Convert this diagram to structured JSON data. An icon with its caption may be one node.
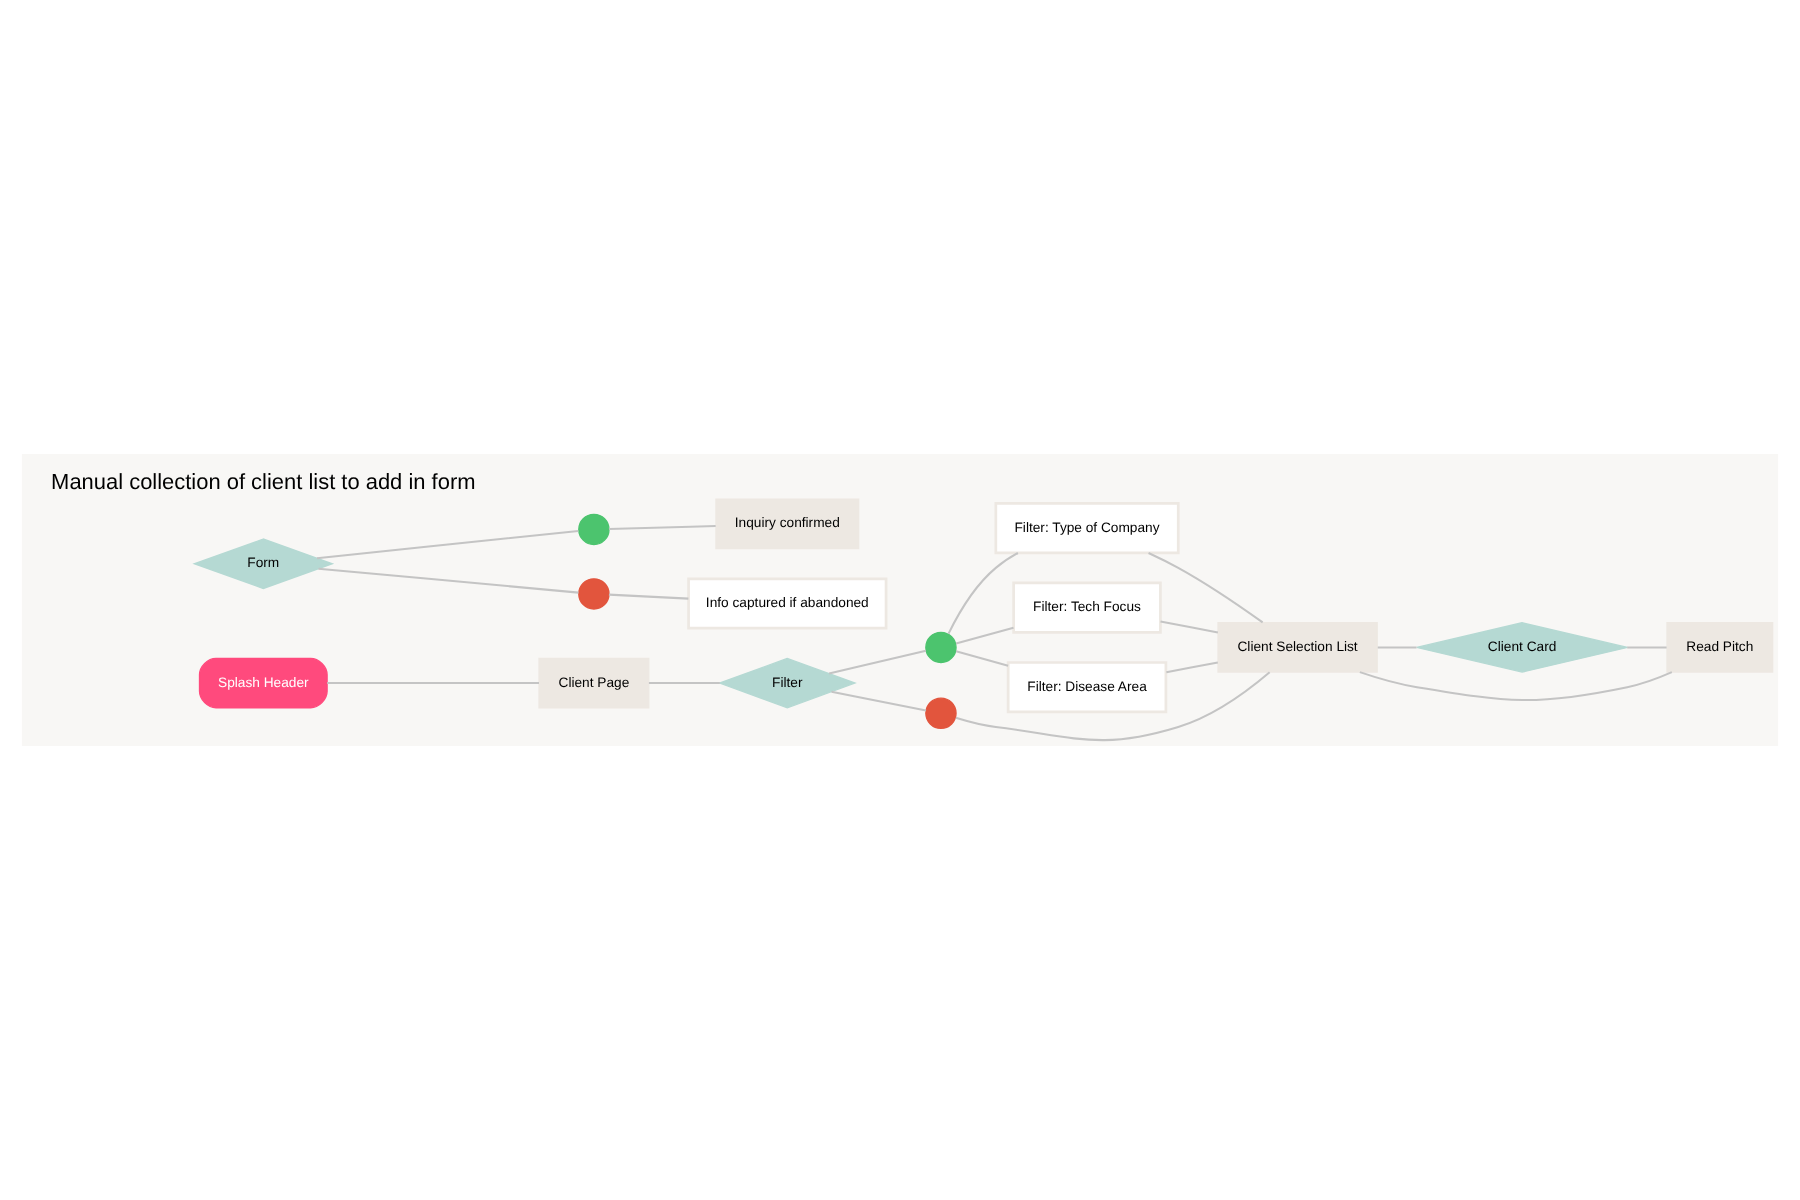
{
  "diagram": {
    "nodes": [
      {
        "text": [
          "Splash Header"
        ]
      },
      {
        "text": [
          "Client Page"
        ]
      },
      {
        "text": [
          "Filter"
        ]
      },
      {
        "text": [],
        "shape": "circle"
      },
      {
        "text": [
          "Filter: Type of Company"
        ]
      },
      {
        "text": [
          "Filter: Tech Focus"
        ]
      },
      {
        "text": [
          "Filter: Disease Area"
        ]
      },
      {
        "text": [],
        "shape": "circle"
      },
      {
        "text": [
          "Client Selection List"
        ]
      },
      {
        "text": [
          "Client Card"
        ]
      },
      {
        "text": [
          "Read Pitch"
        ]
      },
      {
        "text": [
          "Form"
        ]
      },
      {
        "text": [],
        "shape": "circle"
      },
      {
        "text": [
          "Inquiry confirmed"
        ]
      },
      {
        "text": [],
        "shape": "circle"
      },
      {
        "text": [
          "Info captured if abandoned"
        ]
      }
    ],
    "edges": [
      {
        "from": 0,
        "to": 1,
        "arrow": "none"
      },
      {
        "from": 1,
        "to": 2,
        "arrow": "none"
      },
      {
        "from": 2,
        "to": 3,
        "arrow": "none"
      },
      {
        "from": 3,
        "to": 4,
        "arrow": "none"
      },
      {
        "from": 3,
        "to": 5,
        "arrow": "none"
      },
      {
        "from": 3,
        "to": 6,
        "arrow": "none"
      },
      {
        "from": 4,
        "to": 8,
        "arrow": "none"
      },
      {
        "from": 5,
        "to": 8,
        "arrow": "none"
      },
      {
        "from": 6,
        "to": 8,
        "arrow": "none"
      },
      {
        "from": 2,
        "to": 7,
        "arrow": "none"
      },
      {
        "from": 7,
        "to": 8,
        "arrow": "none"
      },
      {
        "from": 8,
        "to": 9,
        "arrow": "none"
      },
      {
        "from": 9,
        "to": 10,
        "arrow": "none"
      },
      {
        "from": 10,
        "to": 8,
        "arrow": "none"
      },
      {
        "from": 11,
        "to": 12,
        "arrow": "none"
      },
      {
        "from": 12,
        "to": 13,
        "arrow": "none"
      },
      {
        "from": 11,
        "to": 14,
        "arrow": "none"
      },
      {
        "from": 14,
        "to": 15,
        "arrow": "none"
      }
    ],
    "labels": [
      "Manual collection of client list to add in form"
    ]
  }
}
